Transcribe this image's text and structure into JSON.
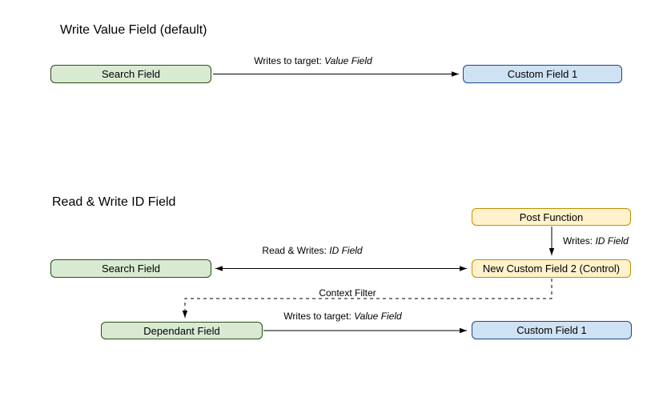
{
  "colors": {
    "background": "#ffffff",
    "line": "#000000",
    "green_fill": "#d9ead3",
    "green_border": "#274e13",
    "blue_fill": "#cfe2f3",
    "blue_border": "#1c4587",
    "yellow_fill": "#fff2cc",
    "yellow_border": "#bf9000"
  },
  "section_default": {
    "title": "Write Value Field (default)",
    "nodes": {
      "search_field": "Search Field",
      "custom_field_1": "Custom Field 1"
    },
    "edges": {
      "writes_value": {
        "prefix": "Writes to target: ",
        "target": "Value Field"
      }
    }
  },
  "section_id": {
    "title": "Read & Write ID Field",
    "nodes": {
      "post_function": "Post Function",
      "new_custom_field_2": "New Custom Field 2 (Control)",
      "search_field": "Search Field",
      "dependant_field": "Dependant Field",
      "custom_field_1": "Custom Field 1"
    },
    "edges": {
      "writes_id": {
        "prefix": "Writes: ",
        "target": "ID Field"
      },
      "read_writes_id": {
        "prefix": "Read & Writes: ",
        "target": "ID Field"
      },
      "context_filter": {
        "label": "Context Filter"
      },
      "writes_value": {
        "prefix": "Writes to target: ",
        "target": "Value Field"
      }
    }
  }
}
